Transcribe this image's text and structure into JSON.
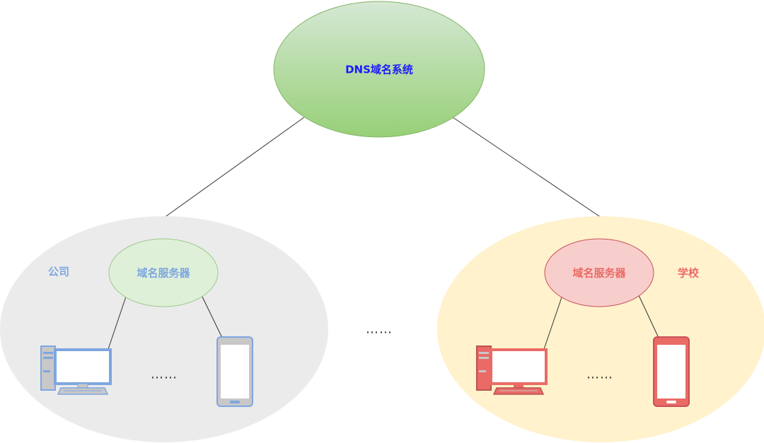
{
  "root": {
    "label": "DNS域名系统",
    "text_color": "#1a1aff"
  },
  "left_group": {
    "name": "公司",
    "server_label": "域名服务器",
    "accent": "#7ea6e0",
    "region_fill": "#ebebeb",
    "server_fill": "#dff0d8",
    "devices": [
      "desktop-computer-icon",
      "mobile-phone-icon"
    ],
    "ellipsis": "……"
  },
  "right_group": {
    "name": "学校",
    "server_label": "域名服务器",
    "accent": "#ea6b66",
    "region_fill": "#fff2cc",
    "server_fill": "#f8cecc",
    "devices": [
      "desktop-computer-icon",
      "mobile-phone-icon"
    ],
    "ellipsis": "……"
  },
  "middle_ellipsis": "……"
}
